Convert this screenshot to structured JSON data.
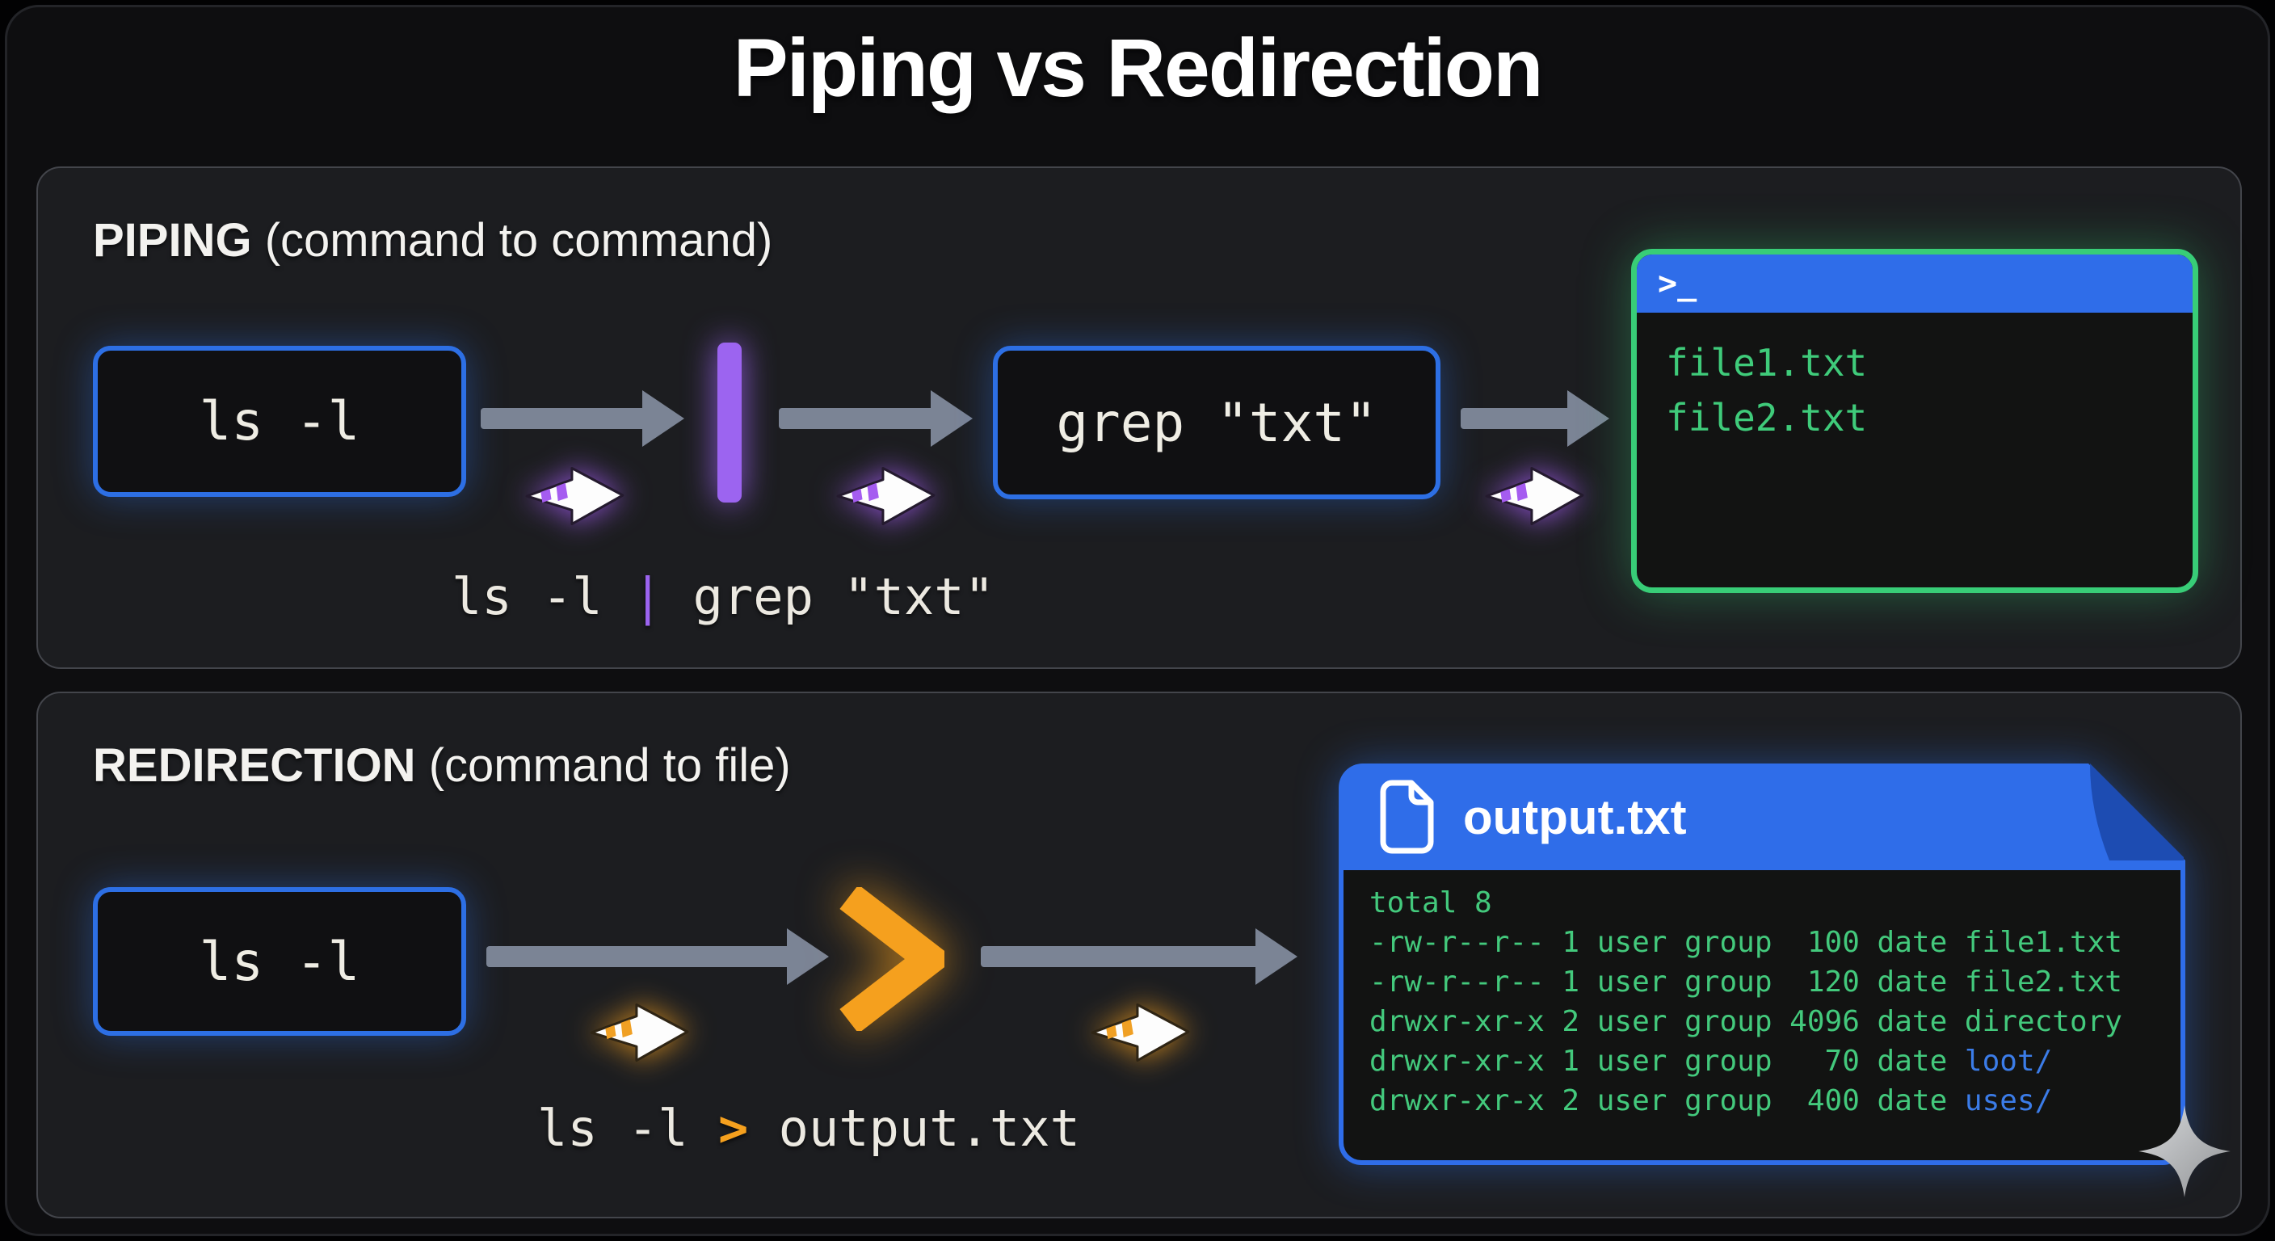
{
  "title": "Piping vs Redirection",
  "piping": {
    "heading_bold": "PIPING",
    "heading_rest": " (command to command)",
    "cmd_box1": "ls -l",
    "pipe_symbol": "|",
    "cmd_box2": "grep \"txt\"",
    "terminal": {
      "prompt_icon": ">_",
      "lines": [
        "file1.txt",
        "file2.txt"
      ]
    },
    "command_line": {
      "pre": "ls -l ",
      "pipe": "|",
      "post": " grep \"txt\""
    }
  },
  "redirection": {
    "heading_bold": "REDIRECTION",
    "heading_rest": " (command to file)",
    "cmd_box1": "ls -l",
    "redirect_symbol": ">",
    "file_card": {
      "filename": "output.txt",
      "lines": [
        [
          {
            "t": "total 8",
            "c": "g"
          }
        ],
        [
          {
            "t": "-rw-r--r-- 1 user group  100 date file1.txt",
            "c": "g"
          }
        ],
        [
          {
            "t": "-rw-r--r-- 1 user group  120 date file2.txt",
            "c": "g"
          }
        ],
        [
          {
            "t": "drwxr-xr-x 2 user group 4096 date directory",
            "c": "g"
          }
        ],
        [
          {
            "t": "drwxr-xr-x 1 user group   70 date ",
            "c": "g"
          },
          {
            "t": "loot/",
            "c": "b"
          }
        ],
        [
          {
            "t": "drwxr-xr-x 2 user group  400 date ",
            "c": "g"
          },
          {
            "t": "uses/",
            "c": "b"
          }
        ]
      ]
    },
    "command_line": {
      "pre": "ls -l ",
      "op": ">",
      "post": " output.txt"
    }
  },
  "colors": {
    "accent_blue": "#2f6de9",
    "terminal_green_border": "#38cd77",
    "terminal_green_text": "#3fcb7a",
    "pipe_purple": "#9c64f0",
    "redirect_orange": "#f5a01e",
    "arrow_gray": "#7b8495",
    "dir_link_blue": "#3b7ce8",
    "panel_bg": "#1c1d20",
    "page_bg": "#0e0e10"
  }
}
